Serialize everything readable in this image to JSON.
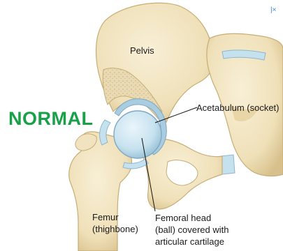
{
  "labels": {
    "pelvis": "Pelvis",
    "acetabulum": "Acetabulum (socket)",
    "femur_line1": "Femur",
    "femur_line2": "(thighbone)",
    "femoral_line1": "Femoral head",
    "femoral_line2": "(ball) covered with",
    "femoral_line3": "articular cartilage"
  },
  "status": {
    "title": "NORMAL",
    "color": "#19a14a"
  },
  "ad_close_glyph": "|×",
  "colors": {
    "bone": "#f3e7c6",
    "bone_shade": "#d9c38f",
    "cartilage": "#c5e1ee",
    "socket_lining": "#8fb5cf",
    "leader_line": "#111111"
  }
}
